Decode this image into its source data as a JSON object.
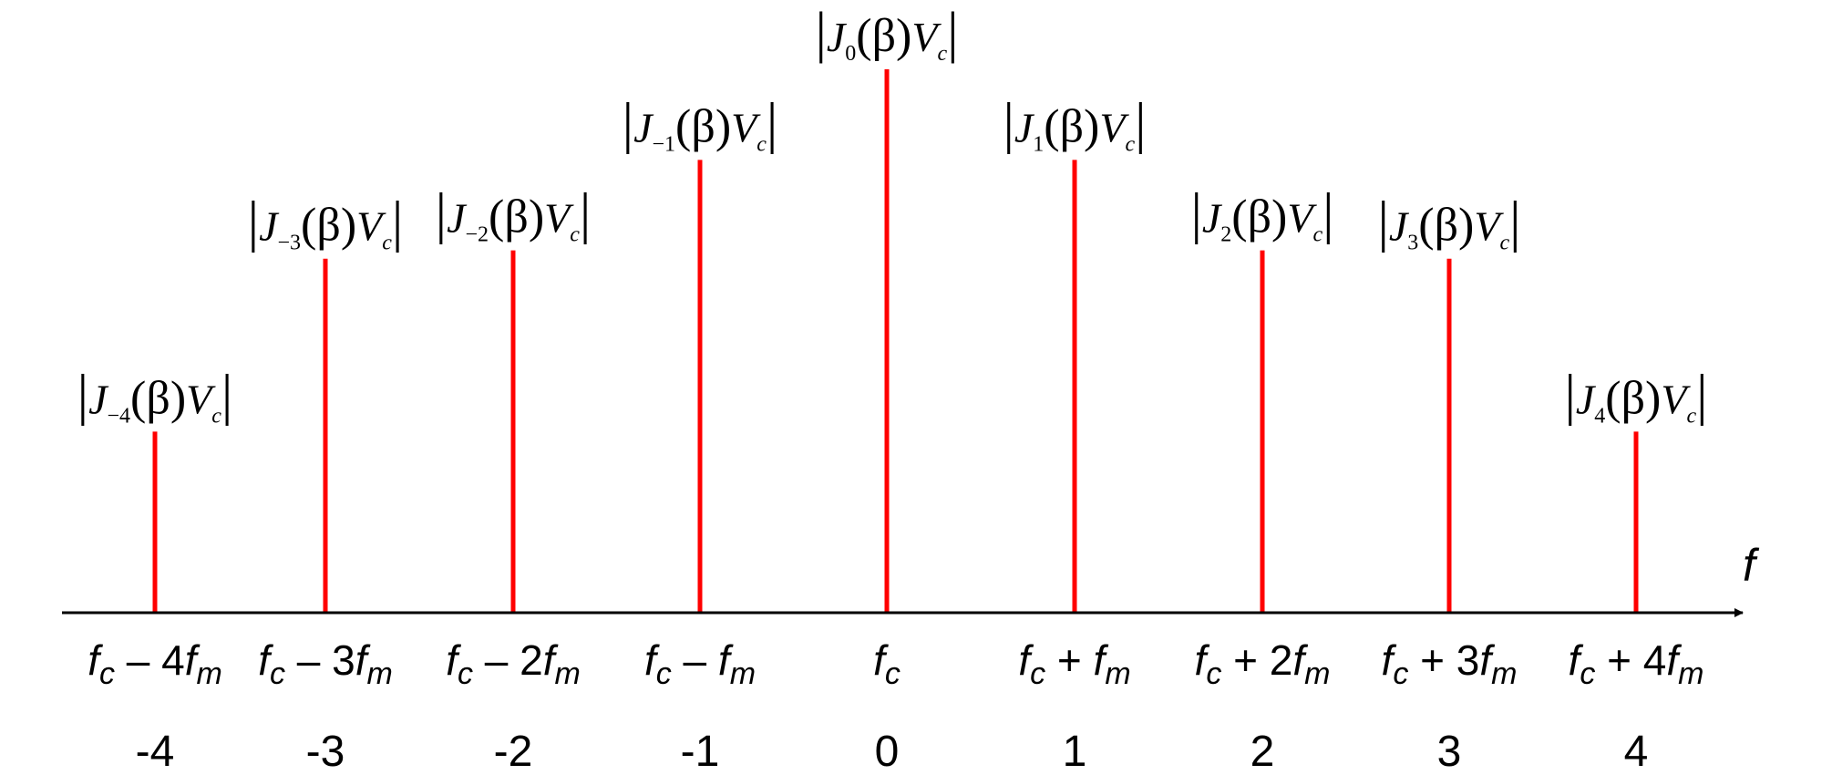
{
  "chart_data": {
    "type": "bar",
    "x": [
      -4,
      -3,
      -2,
      -1,
      0,
      1,
      2,
      3,
      4
    ],
    "values": [
      0.2,
      0.3909,
      0.4,
      0.5,
      0.6,
      0.5,
      0.4,
      0.3909,
      0.2
    ],
    "ylim": [
      0,
      0.6
    ],
    "grid": false,
    "legend": "none",
    "xlabel": "f",
    "bar_color": "#ff0000",
    "axis_color": "#000000",
    "bars": [
      {
        "n": "-4",
        "sub": "−4",
        "freq": {
          "base": "f",
          "base_sub": "c",
          "op": " – 4",
          "tail": "f",
          "tail_sub": "m"
        }
      },
      {
        "n": "-3",
        "sub": "−3",
        "freq": {
          "base": "f",
          "base_sub": "c",
          "op": " – 3",
          "tail": "f",
          "tail_sub": "m"
        }
      },
      {
        "n": "-2",
        "sub": "−2",
        "freq": {
          "base": "f",
          "base_sub": "c",
          "op": " – 2",
          "tail": "f",
          "tail_sub": "m"
        }
      },
      {
        "n": "-1",
        "sub": "−1",
        "freq": {
          "base": "f",
          "base_sub": "c",
          "op": " – ",
          "tail": "f",
          "tail_sub": "m"
        }
      },
      {
        "n": "0",
        "sub": "0",
        "freq": {
          "base": "f",
          "base_sub": "c",
          "op": "",
          "tail": "",
          "tail_sub": ""
        }
      },
      {
        "n": "1",
        "sub": "1",
        "freq": {
          "base": "f",
          "base_sub": "c",
          "op": " + ",
          "tail": "f",
          "tail_sub": "m"
        }
      },
      {
        "n": "2",
        "sub": "2",
        "freq": {
          "base": "f",
          "base_sub": "c",
          "op": " + 2",
          "tail": "f",
          "tail_sub": "m"
        }
      },
      {
        "n": "3",
        "sub": "3",
        "freq": {
          "base": "f",
          "base_sub": "c",
          "op": " + 3",
          "tail": "f",
          "tail_sub": "m"
        }
      },
      {
        "n": "4",
        "sub": "4",
        "freq": {
          "base": "f",
          "base_sub": "c",
          "op": " + 4",
          "tail": "f",
          "tail_sub": "m"
        }
      }
    ],
    "magnitude_label": {
      "open": "|",
      "fn": "J",
      "arg": "(β)",
      "factor": "V",
      "factor_sub": "c",
      "close": "|"
    }
  }
}
